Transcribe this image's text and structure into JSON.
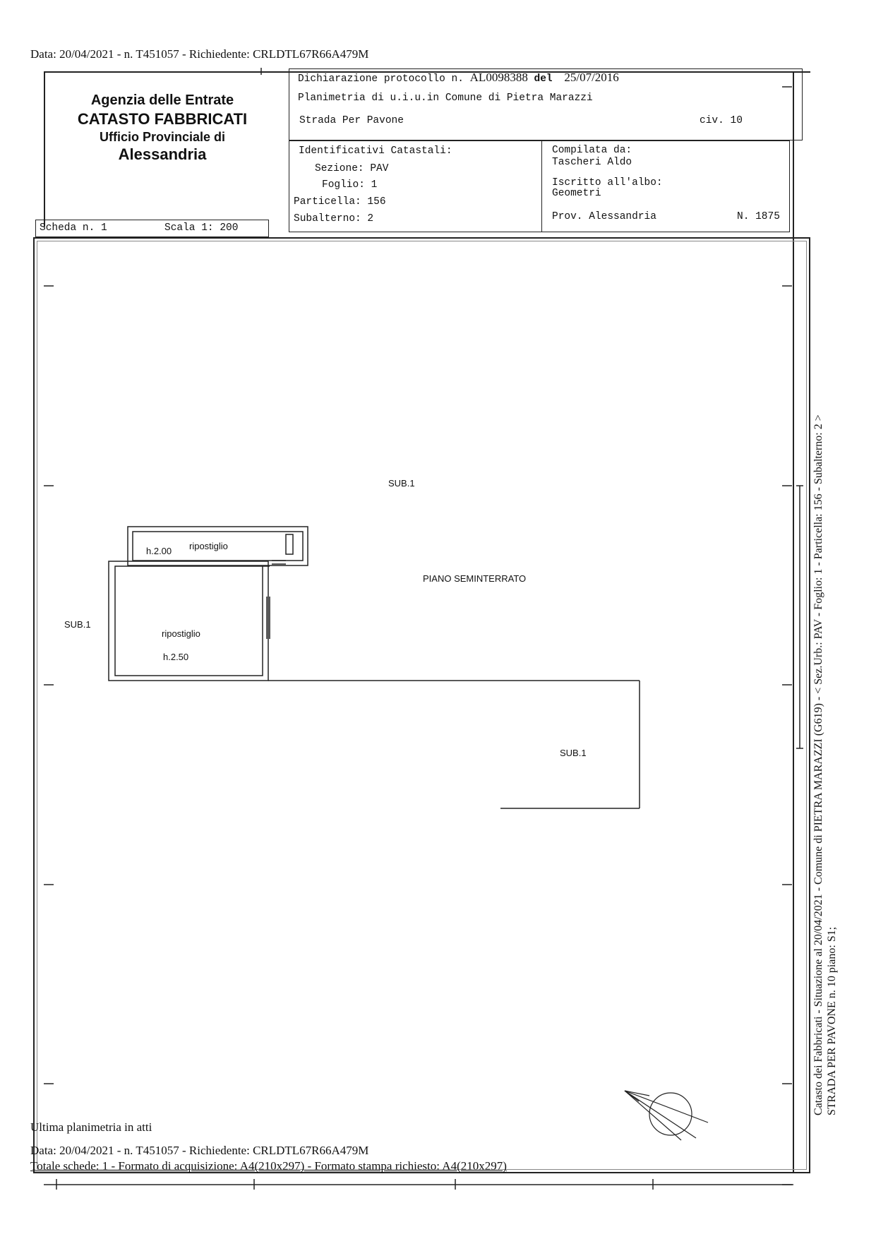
{
  "header_line": "Data: 20/04/2021 - n. T451057 - Richiedente: CRLDTL67R66A479M",
  "agency": {
    "name": "Agenzia delle Entrate",
    "department": "CATASTO FABBRICATI",
    "office": "Ufficio Provinciale di",
    "province": "Alessandria"
  },
  "declaration": {
    "protocol_label": "Dichiarazione protocollo n.",
    "protocol_number": "AL0098388",
    "date_label": "del",
    "date": "25/07/2016",
    "plan_title": "Planimetria di u.i.u.in Comune di Pietra Marazzi",
    "street": "Strada Per Pavone",
    "civic": "civ. 10"
  },
  "identifiers": {
    "title": "Identificativi Catastali:",
    "sezione": "Sezione: PAV",
    "foglio": "Foglio: 1",
    "particella": "Particella: 156",
    "subalterno": "Subalterno: 2"
  },
  "compiler": {
    "label": "Compilata da:",
    "name": "Tascheri Aldo",
    "register_label": "Iscritto all'albo:",
    "register": "Geometri",
    "province": "Prov. Alessandria",
    "number": "N. 1875"
  },
  "sheet": {
    "scheda": "Scheda n. 1",
    "scala": "Scala 1: 200"
  },
  "plan": {
    "sub_top": "SUB.1",
    "sub_left": "SUB.1",
    "sub_right": "SUB.1",
    "floor": "PIANO SEMINTERRATO",
    "room_small_name": "ripostiglio",
    "room_small_height": "h.2.00",
    "room_large_name": "ripostiglio",
    "room_large_height": "h.2.50"
  },
  "footer": {
    "line1": "Ultima planimetria in atti",
    "line2": "Data: 20/04/2021 - n. T451057 - Richiedente: CRLDTL67R66A479M",
    "line3": "Totale schede: 1 - Formato di acquisizione: A4(210x297) - Formato stampa richiesto: A4(210x297)"
  },
  "side_note": {
    "line1": "Catasto dei Fabbricati - Situazione al 20/04/2021 - Comune di PIETRA MARAZZI (G619) - < Sez.Urb.: PAV - Foglio: 1 - Particella: 156 - Subalterno: 2 >",
    "line2": "STRADA PER PAVONE n. 10 piano: S1;"
  },
  "icons": {
    "compass": "north-arrow-icon"
  }
}
